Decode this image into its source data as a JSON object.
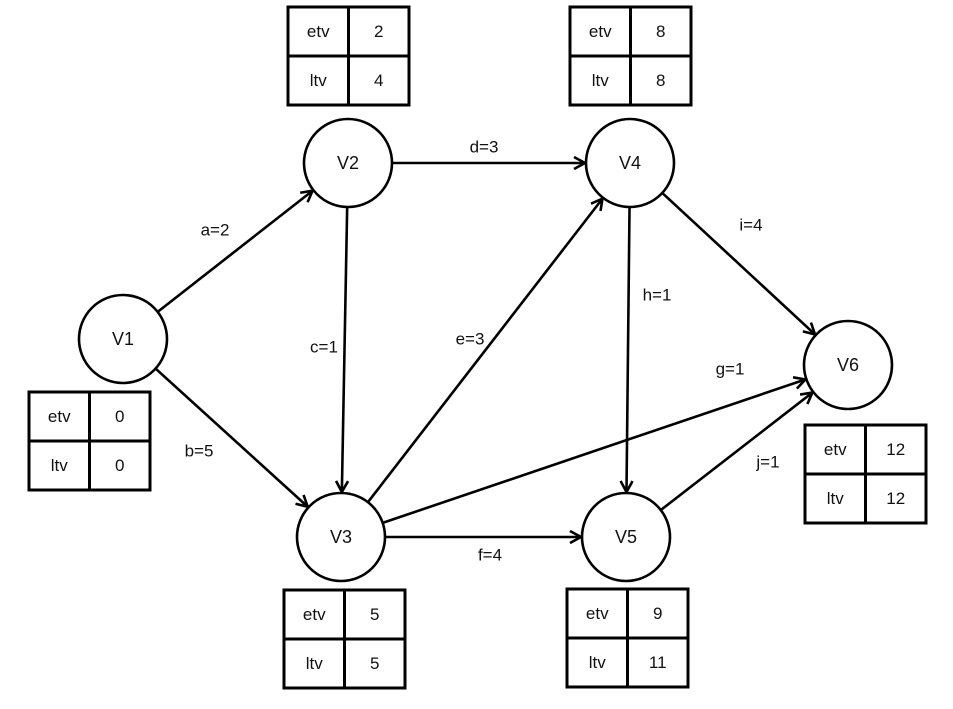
{
  "nodes": [
    {
      "id": "V1",
      "label": "V1",
      "etv": "0",
      "ltv": "0"
    },
    {
      "id": "V2",
      "label": "V2",
      "etv": "2",
      "ltv": "4"
    },
    {
      "id": "V3",
      "label": "V3",
      "etv": "5",
      "ltv": "5"
    },
    {
      "id": "V4",
      "label": "V4",
      "etv": "8",
      "ltv": "8"
    },
    {
      "id": "V5",
      "label": "V5",
      "etv": "9",
      "ltv": "11"
    },
    {
      "id": "V6",
      "label": "V6",
      "etv": "12",
      "ltv": "12"
    }
  ],
  "edges": [
    {
      "from": "V1",
      "to": "V2",
      "label": "a=2"
    },
    {
      "from": "V1",
      "to": "V3",
      "label": "b=5"
    },
    {
      "from": "V2",
      "to": "V3",
      "label": "c=1"
    },
    {
      "from": "V2",
      "to": "V4",
      "label": "d=3"
    },
    {
      "from": "V3",
      "to": "V4",
      "label": "e=3"
    },
    {
      "from": "V3",
      "to": "V5",
      "label": "f=4"
    },
    {
      "from": "V3",
      "to": "V6",
      "label": "g=1"
    },
    {
      "from": "V4",
      "to": "V5",
      "label": "h=1"
    },
    {
      "from": "V4",
      "to": "V6",
      "label": "i=4"
    },
    {
      "from": "V5",
      "to": "V6",
      "label": "j=1"
    }
  ],
  "table_labels": {
    "etv": "etv",
    "ltv": "ltv"
  }
}
